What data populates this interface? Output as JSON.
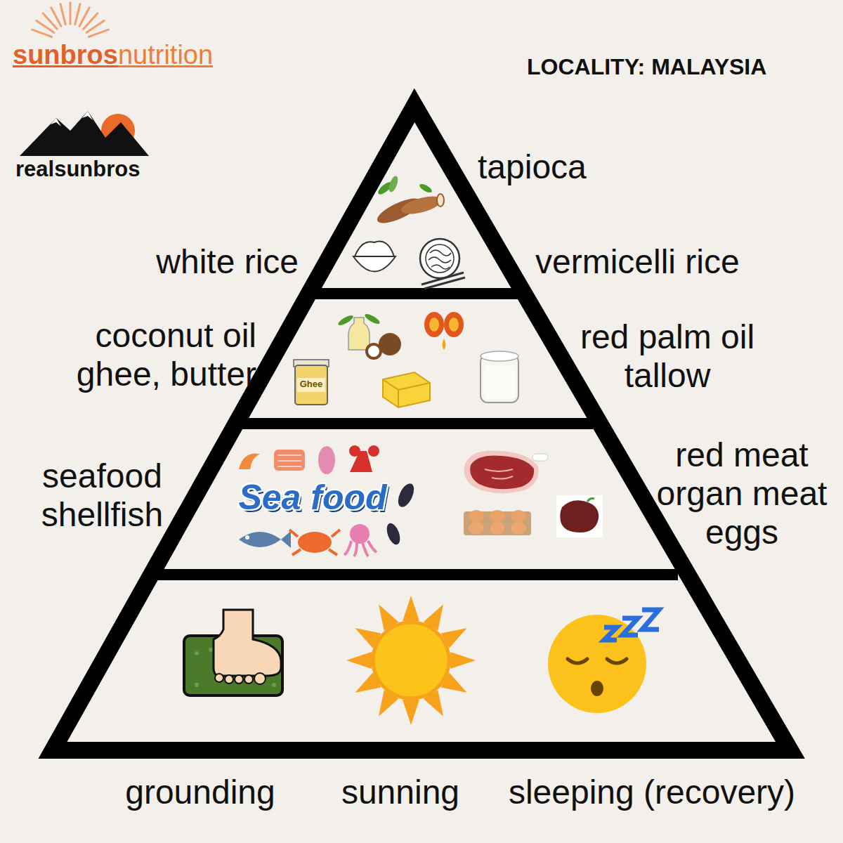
{
  "diagram": {
    "nodes": [
      {
        "text": [
          "tapioca",
          "white rice",
          "vermicelli rice"
        ]
      },
      {
        "text": [
          "coconut oil ghee, butter",
          "Ghee",
          "red palm oil tallow"
        ]
      },
      {
        "text": [
          "seafood shellfish",
          "Sea food",
          "red meat organ meat eggs"
        ]
      },
      {
        "text": [
          "grounding",
          "sunning",
          "sleeping (recovery)"
        ]
      }
    ],
    "labels": [
      "sunbros",
      "nutrition",
      "LOCALITY: MALAYSIA",
      "realsunbros"
    ]
  }
}
